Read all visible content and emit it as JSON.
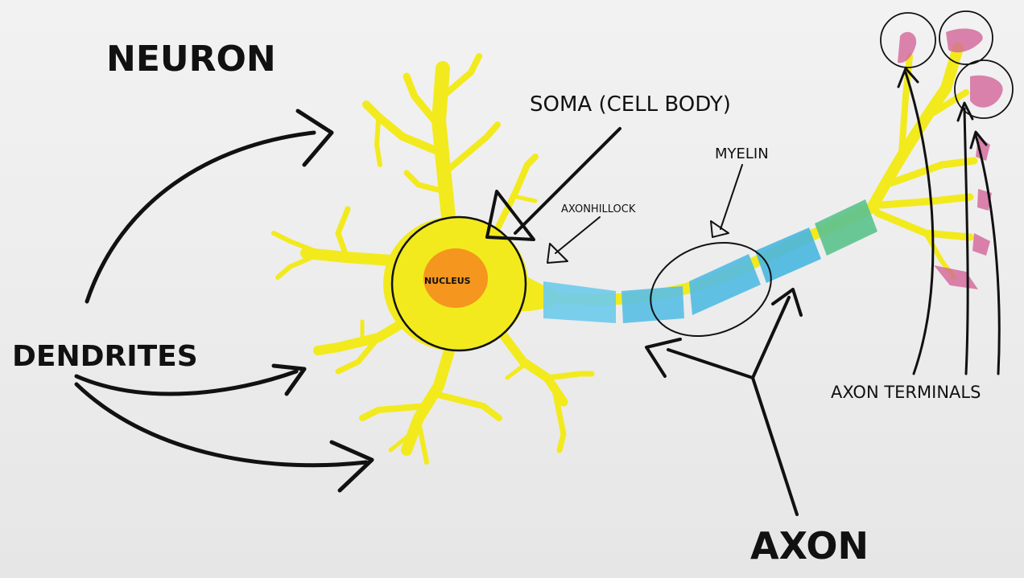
{
  "diagram": {
    "title": "NEURON",
    "labels": {
      "soma": "SOMA (CELL BODY)",
      "nucleus": "NUCLEUS",
      "axon_hillock": "AXONHILLOCK",
      "myelin": "MYELIN",
      "dendrites": "DENDRITES",
      "axon": "AXON",
      "axon_terminals": "AXON TERMINALS"
    },
    "colors": {
      "cell": "#f2ea1d",
      "cell_edge": "#c9c21a",
      "nucleus": "#f5961e",
      "myelin": "#59c6e8",
      "terminal": "#d4669a",
      "ink": "#111111",
      "paper": "#ececec"
    }
  }
}
